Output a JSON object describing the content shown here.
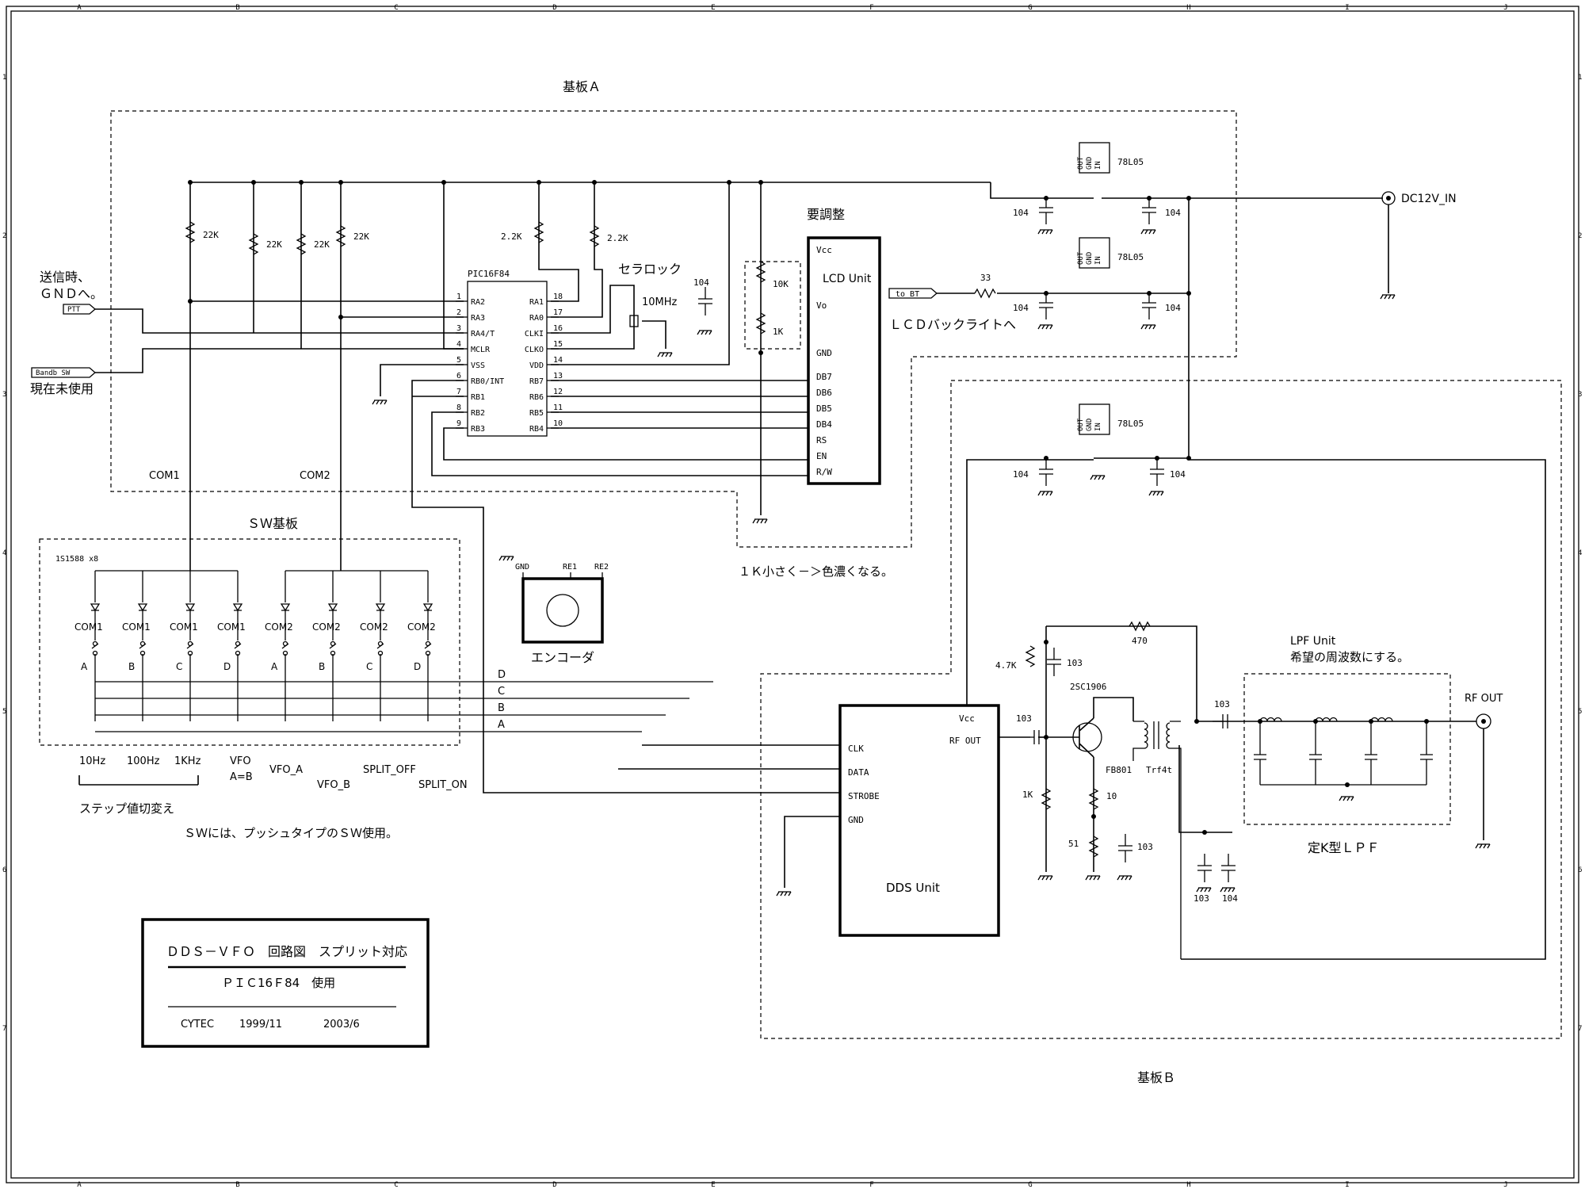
{
  "border": {
    "cols": [
      "A",
      "B",
      "C",
      "D",
      "E",
      "F",
      "G",
      "H",
      "I",
      "J"
    ],
    "rows": [
      "1",
      "2",
      "3",
      "4",
      "5",
      "6",
      "7"
    ]
  },
  "labels": {
    "board_a": "基板Ａ",
    "board_b": "基板Ｂ",
    "sw_board": "ＳＷ基板",
    "tx_note_1": "送信時、",
    "tx_note_2": "ＧＮＤへ。",
    "ptt": "PTT",
    "band_sw": "Bandb SW",
    "unused": "現在未使用",
    "com1": "COM1",
    "com2": "COM2",
    "ceramic": "セラロック",
    "xtal_freq": "10MHz",
    "adjust": "要調整",
    "lcd_unit": "LCD Unit",
    "lcd_backlight": "ＬＣＤバックライトへ",
    "to_bt": "to BT",
    "contrast_note": "１Ｋ小さく－＞色濃くなる。",
    "encoder": "エンコーダ",
    "dds_unit": "DDS Unit",
    "lpf_unit": "LPF Unit",
    "lpf_note": "希望の周波数にする。",
    "lpf_type": "定K型ＬＰＦ",
    "rf_out": "RF OUT",
    "dc_in": "DC12V_IN",
    "diodes": "1S1588 x8",
    "step_note": "ステップ値切変え",
    "sw_note": "ＳＷには、プッシュタイプのＳＷ使用。",
    "transistor": "2SC1906",
    "fb801": "FB801",
    "trf": "Trf4t",
    "reg": "78L05",
    "reg_pins": [
      "OUT",
      "GND",
      "IN"
    ],
    "mcu": "PIC16F84"
  },
  "mcu_left": [
    {
      "num": "1",
      "name": "RA2"
    },
    {
      "num": "2",
      "name": "RA3"
    },
    {
      "num": "3",
      "name": "RA4/T"
    },
    {
      "num": "4",
      "name": "MCLR"
    },
    {
      "num": "5",
      "name": "VSS"
    },
    {
      "num": "6",
      "name": "RB0/INT"
    },
    {
      "num": "7",
      "name": "RB1"
    },
    {
      "num": "8",
      "name": "RB2"
    },
    {
      "num": "9",
      "name": "RB3"
    }
  ],
  "mcu_right": [
    {
      "num": "18",
      "name": "RA1"
    },
    {
      "num": "17",
      "name": "RA0"
    },
    {
      "num": "16",
      "name": "CLKI"
    },
    {
      "num": "15",
      "name": "CLKO"
    },
    {
      "num": "14",
      "name": "VDD"
    },
    {
      "num": "13",
      "name": "RB7"
    },
    {
      "num": "12",
      "name": "RB6"
    },
    {
      "num": "11",
      "name": "RB5"
    },
    {
      "num": "10",
      "name": "RB4"
    }
  ],
  "lcd_pins": [
    "Vcc",
    "Vo",
    "GND",
    "DB7",
    "DB6",
    "DB5",
    "DB4",
    "RS",
    "EN",
    "R/W"
  ],
  "dds_pins": {
    "vcc": "Vcc",
    "rfout": "RF OUT",
    "clk": "CLK",
    "data": "DATA",
    "strobe": "STROBE",
    "gnd": "GND"
  },
  "encoder_pins": [
    "GND",
    "RE1",
    "RE2"
  ],
  "switches": [
    {
      "com": "COM1",
      "key": "A"
    },
    {
      "com": "COM1",
      "key": "B"
    },
    {
      "com": "COM1",
      "key": "C"
    },
    {
      "com": "COM1",
      "key": "D"
    },
    {
      "com": "COM2",
      "key": "A"
    },
    {
      "com": "COM2",
      "key": "B"
    },
    {
      "com": "COM2",
      "key": "C"
    },
    {
      "com": "COM2",
      "key": "D"
    }
  ],
  "bus_labels": [
    "D",
    "C",
    "B",
    "A"
  ],
  "sw_functions": [
    "10Hz",
    "100Hz",
    "1KHz",
    "VFO",
    "A=B",
    "VFO_A",
    "VFO_B",
    "SPLIT_OFF",
    "SPLIT_ON"
  ],
  "values": {
    "r22k": "22K",
    "r2_2k": "2.2K",
    "c104": "104",
    "c103": "103",
    "r10k": "10K",
    "r1k": "1K",
    "r33": "33",
    "r470": "470",
    "r4_7k": "4.7K",
    "r10": "10",
    "r51": "51"
  },
  "title_block": {
    "title": "ＤＤＳ－ＶＦＯ　回路図　スプリット対応",
    "subtitle": "ＰＩＣ16Ｆ84　使用",
    "company": "CYTEC",
    "date1": "1999/11",
    "date2": "2003/6"
  }
}
